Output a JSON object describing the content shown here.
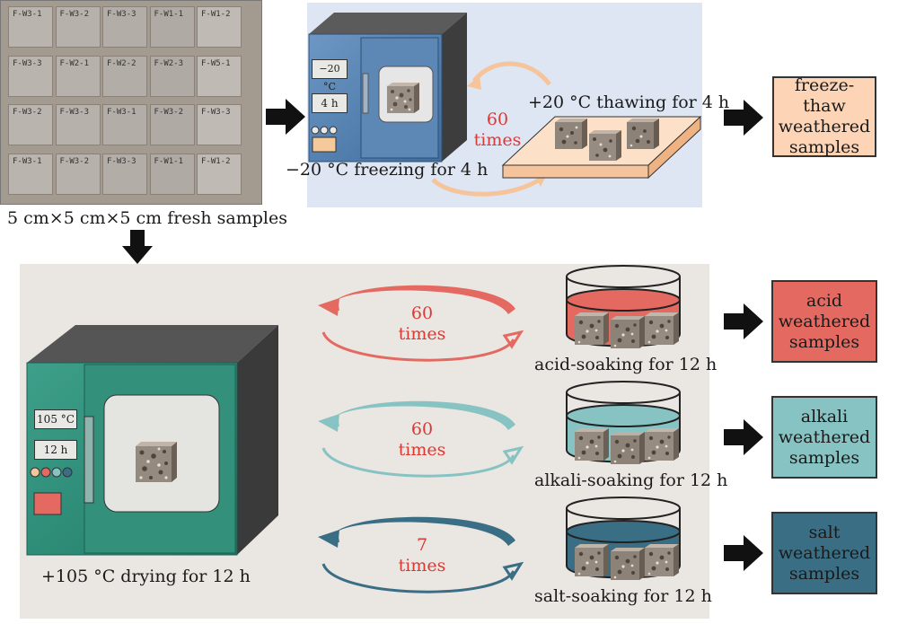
{
  "photo": {
    "labels": [
      "F-W3-1",
      "F-W3-2",
      "F-W3-3",
      "F-W1-1",
      "F-W1-2",
      "F-W3-3",
      "F-W2-1",
      "F-W2-2",
      "F-W2-3",
      "F-W5-1",
      "F-W3-2",
      "F-W3-3",
      "F-W3-1",
      "F-W3-2",
      "F-W3-3",
      "F-W3-1",
      "F-W3-2",
      "F-W3-3",
      "F-W1-1",
      "F-W1-2"
    ],
    "caption": "5 cm×5 cm×5 cm fresh samples"
  },
  "freeze_thaw": {
    "oven_temp": "−20 °C",
    "oven_time": "4 h",
    "freezing_label": "−20 °C freezing for 4 h",
    "thawing_label": "+20 °C thawing for 4 h",
    "cycle_count": "60",
    "cycle_unit": "times",
    "result_lines": [
      "freeze-thaw",
      "weathered",
      "samples"
    ],
    "result_color": "#fdd5b6"
  },
  "drying": {
    "oven_temp": "105 °C",
    "oven_time": "12 h",
    "label": "+105 °C drying for 12 h"
  },
  "soaking": [
    {
      "count": "60",
      "unit": "times",
      "label": "acid-soaking for 12 h",
      "result_lines": [
        "acid",
        "weathered",
        "samples"
      ],
      "color": "#e46a61"
    },
    {
      "count": "60",
      "unit": "times",
      "label": "alkali-soaking for 12 h",
      "result_lines": [
        "alkali",
        "weathered",
        "samples"
      ],
      "color": "#87c3c3"
    },
    {
      "count": "7",
      "unit": "times",
      "label": "salt-soaking for 12 h",
      "result_lines": [
        "salt",
        "weathered",
        "samples"
      ],
      "color": "#3a6e85"
    }
  ]
}
